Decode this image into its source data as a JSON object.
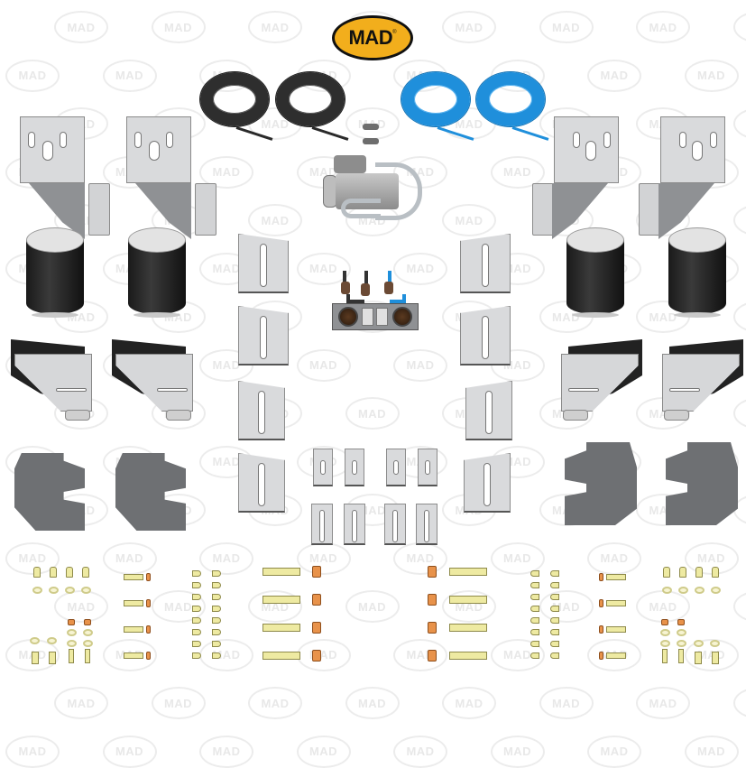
{
  "image": {
    "type": "product-kit-layout",
    "description": "Air suspension kit components laid out on white background with repeating watermark",
    "background_color": "#ffffff"
  },
  "logo": {
    "text": "MAD",
    "registered_mark": "®",
    "fill_color": "#f2ae1c",
    "outline_color": "#111111"
  },
  "watermark": {
    "text": "MAD",
    "color": "#ececec"
  },
  "colors": {
    "black_tubing": "#2e2e2e",
    "blue_tubing": "#1f8fdb",
    "steel": "#d9dadc",
    "dark_steel": "#8f9194",
    "rubber": "#1a1a1a",
    "bolt_zinc_yellow": "#eeeaa2",
    "nut_copper": "#e8924a"
  },
  "components": {
    "black_air_tubing_coils": 2,
    "blue_air_tubing_coils": 2,
    "tee_fittings": 2,
    "compressor": 1,
    "control_panel_with_gauges": 1,
    "upper_brackets": 4,
    "air_springs": 4,
    "lower_brackets": 4,
    "lower_mount_plates": 4,
    "large_slotted_spacer_plates": 8,
    "small_slotted_spacer_plates": 8,
    "hardware_groups": 8
  }
}
